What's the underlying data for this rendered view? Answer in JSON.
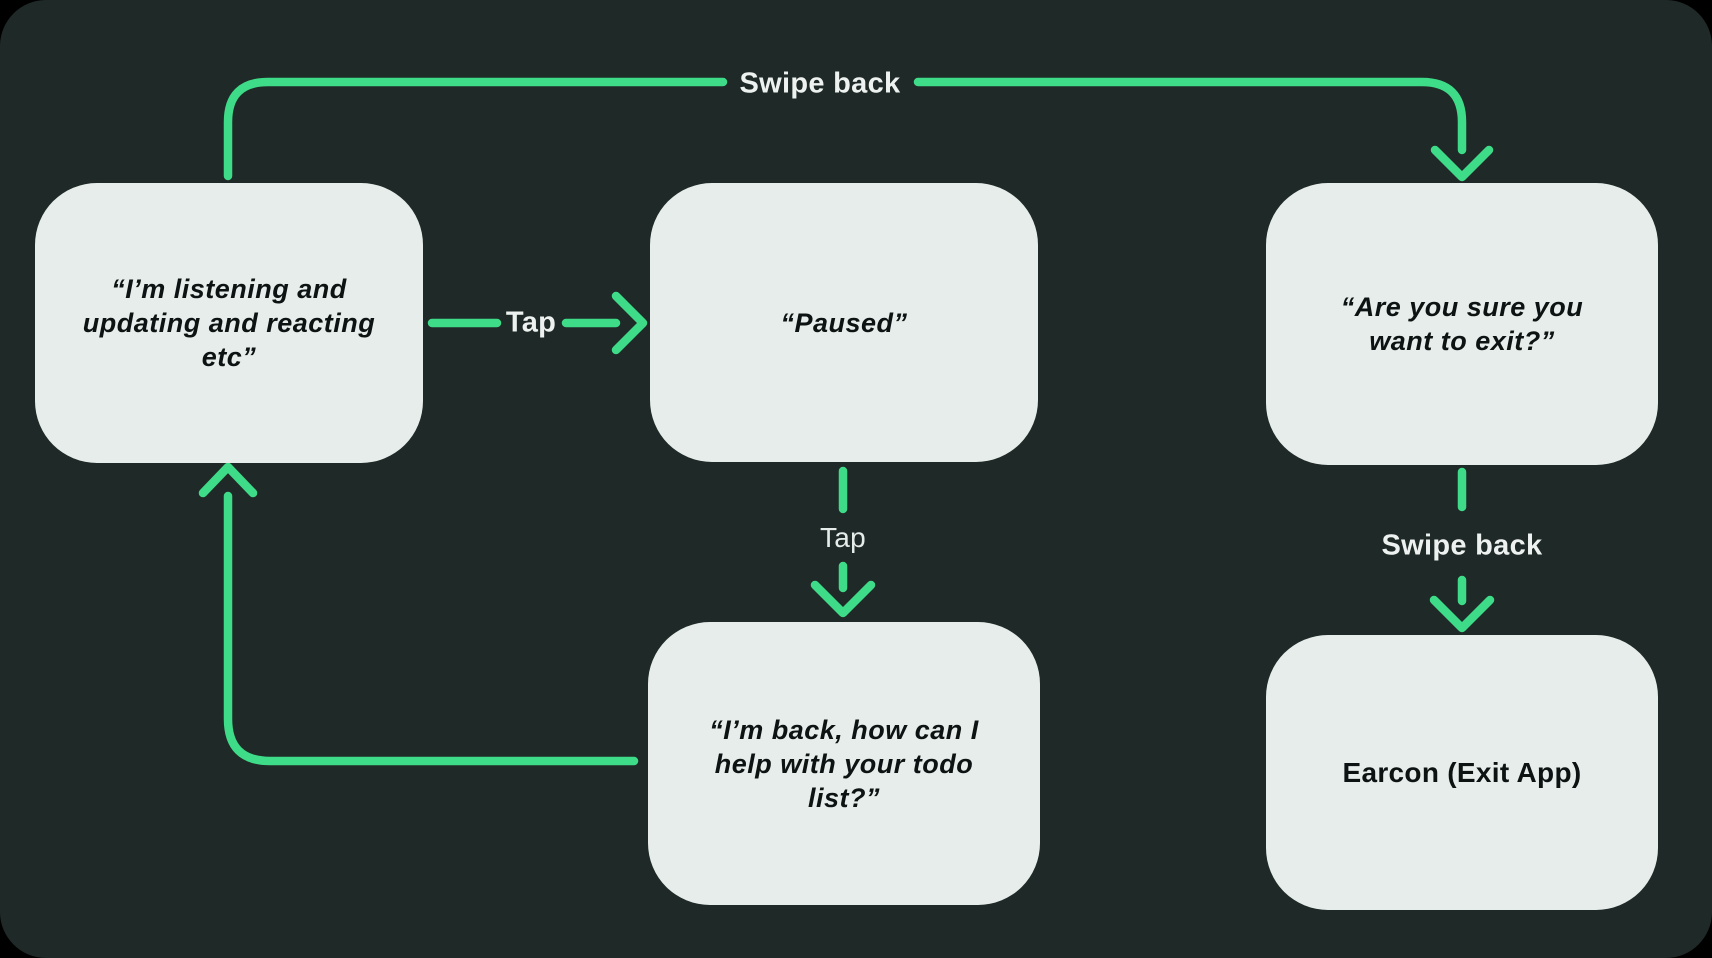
{
  "diagram": {
    "background": "#000000",
    "panel_color": "#1f2927",
    "accent_green": "#3edc88",
    "node_fill": "#e7edeb",
    "node_text_color": "#0c1312",
    "label_text_color": "#edf2f0",
    "nodes": [
      {
        "id": "listening",
        "lines": [
          "“I’m listening and",
          "updating and reacting",
          "etc”"
        ]
      },
      {
        "id": "paused",
        "lines": [
          "“Paused”"
        ]
      },
      {
        "id": "exit-confirm",
        "lines": [
          "“Are you sure you",
          "want to exit?”"
        ]
      },
      {
        "id": "back-todo",
        "lines": [
          "“I’m back, how can I",
          "help with your todo",
          "list?”"
        ]
      },
      {
        "id": "earcon",
        "lines": [
          "Earcon (Exit App)"
        ]
      }
    ],
    "edge_labels": [
      {
        "id": "swipe-back-top",
        "text": "Swipe back"
      },
      {
        "id": "tap-horizontal",
        "text": "Tap"
      },
      {
        "id": "tap-vertical",
        "text": "Tap"
      },
      {
        "id": "swipe-back-right",
        "text": "Swipe back"
      }
    ],
    "edges": [
      {
        "from": "listening",
        "to": "exit-confirm",
        "action": "Swipe back"
      },
      {
        "from": "listening",
        "to": "paused",
        "action": "Tap"
      },
      {
        "from": "paused",
        "to": "back-todo",
        "action": "Tap"
      },
      {
        "from": "back-todo",
        "to": "listening",
        "action": ""
      },
      {
        "from": "exit-confirm",
        "to": "earcon",
        "action": "Swipe back"
      }
    ]
  }
}
